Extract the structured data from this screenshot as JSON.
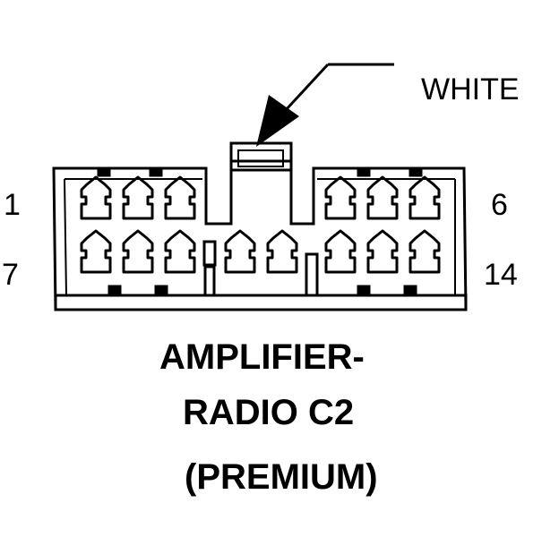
{
  "connector": {
    "color_label": "WHITE",
    "pin_labels": {
      "top_left": "1",
      "top_right": "6",
      "bottom_left": "7",
      "bottom_right": "14"
    },
    "title_lines": [
      "AMPLIFIER-",
      "RADIO C2",
      "(PREMIUM)"
    ],
    "colors": {
      "line": "#000000",
      "background": "#ffffff"
    }
  }
}
